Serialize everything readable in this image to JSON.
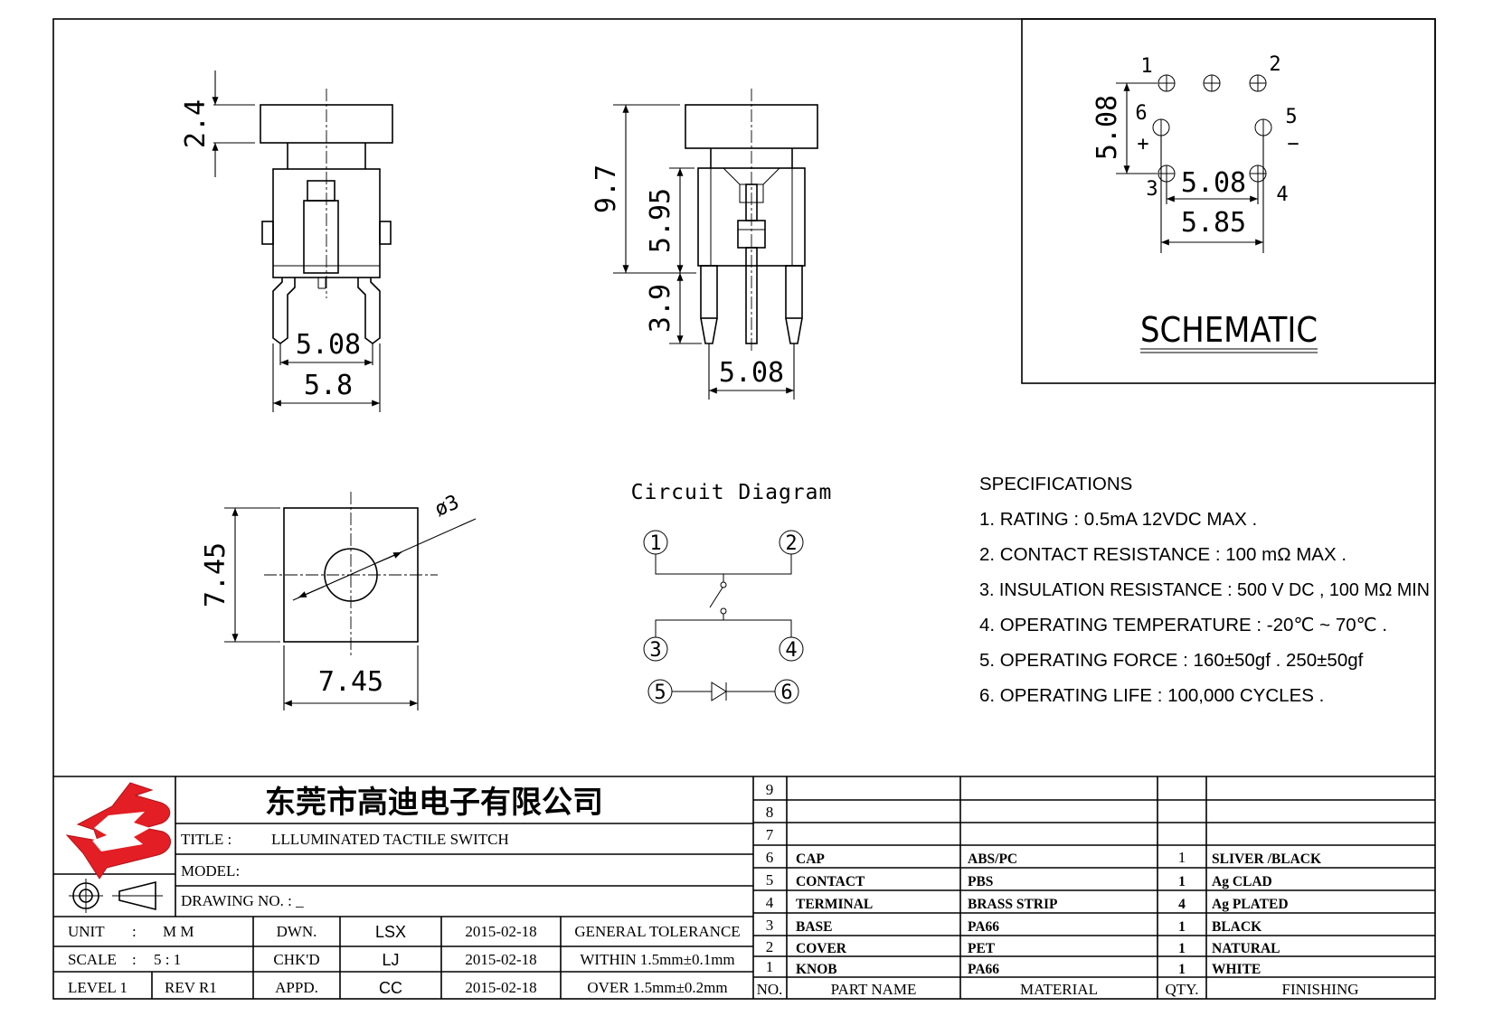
{
  "dimensions": {
    "side_knob_height": "2.4",
    "side_pin_pitch": "5.08",
    "side_body_width": "5.8",
    "front_total_height": "9.7",
    "front_body_height": "5.95",
    "front_pin_length": "3.9",
    "front_pin_pitch": "5.08",
    "top_height": "7.45",
    "top_width": "7.45",
    "top_diameter": "ø3"
  },
  "schematic": {
    "title": "SCHEMATIC",
    "pins": [
      "1",
      "2",
      "3",
      "4",
      "5",
      "6"
    ],
    "plus": "+",
    "minus": "−",
    "dim_vertical": "5.08",
    "dim_inner": "5.08",
    "dim_outer": "5.85"
  },
  "circuit": {
    "title": "Circuit Diagram",
    "pins": [
      "1",
      "2",
      "3",
      "4",
      "5",
      "6"
    ]
  },
  "specifications": {
    "heading": "SPECIFICATIONS",
    "items": [
      "1. RATING : 0.5mA 12VDC MAX .",
      "2. CONTACT RESISTANCE : 100 mΩ MAX .",
      "3. INSULATION RESISTANCE : 500 V DC , 100 MΩ MIN",
      "4. OPERATING TEMPERATURE : -20℃ ~ 70℃ .",
      "5. OPERATING FORCE : 160±50gf . 250±50gf",
      "6. OPERATING LIFE : 100,000 CYCLES ."
    ]
  },
  "title_block": {
    "company": "东莞市高迪电子有限公司",
    "title_label": "TITLE :",
    "title_value": "LLLUMINATED TACTILE SWITCH",
    "model_label": "MODEL:",
    "drawing_no_label": "DRAWING NO. : _",
    "unit_label": "UNIT",
    "unit_colon": ":",
    "unit_value": "M M",
    "scale_label": "SCALE",
    "scale_colon": ":",
    "scale_value": "5 : 1",
    "level": "LEVEL 1",
    "rev": "REV  R1",
    "dwn_label": "DWN.",
    "dwn_name": "LSX",
    "dwn_date": "2015-02-18",
    "chk_label": "CHK'D",
    "chk_name": "LJ",
    "chk_date": "2015-02-18",
    "appd_label": "APPD.",
    "appd_name": "CC",
    "appd_date": "2015-02-18",
    "tol_heading": "GENERAL TOLERANCE",
    "tol_within": "WITHIN 1.5mm±0.1mm",
    "tol_over": "OVER  1.5mm±0.2mm"
  },
  "bom": {
    "headers": {
      "no": "NO.",
      "part": "PART  NAME",
      "material": "MATERIAL",
      "qty": "QTY.",
      "finishing": "FINISHING"
    },
    "rows": [
      {
        "no": "9",
        "part": "",
        "material": "",
        "qty": "",
        "finishing": ""
      },
      {
        "no": "8",
        "part": "",
        "material": "",
        "qty": "",
        "finishing": ""
      },
      {
        "no": "7",
        "part": "",
        "material": "",
        "qty": "",
        "finishing": ""
      },
      {
        "no": "6",
        "part": "CAP",
        "material": "ABS/PC",
        "qty": "1",
        "finishing": "SLIVER /BLACK"
      },
      {
        "no": "5",
        "part": "CONTACT",
        "material": "PBS",
        "qty": "1",
        "finishing": "Ag CLAD"
      },
      {
        "no": "4",
        "part": "TERMINAL",
        "material": "BRASS STRIP",
        "qty": "4",
        "finishing": "Ag PLATED"
      },
      {
        "no": "3",
        "part": "BASE",
        "material": "PA66",
        "qty": "1",
        "finishing": "BLACK"
      },
      {
        "no": "2",
        "part": "COVER",
        "material": "PET",
        "qty": "1",
        "finishing": "NATURAL"
      },
      {
        "no": "1",
        "part": "KNOB",
        "material": "PA66",
        "qty": "1",
        "finishing": "WHITE"
      }
    ]
  },
  "colors": {
    "logo_red": "#e31e24",
    "line": "#000000"
  }
}
